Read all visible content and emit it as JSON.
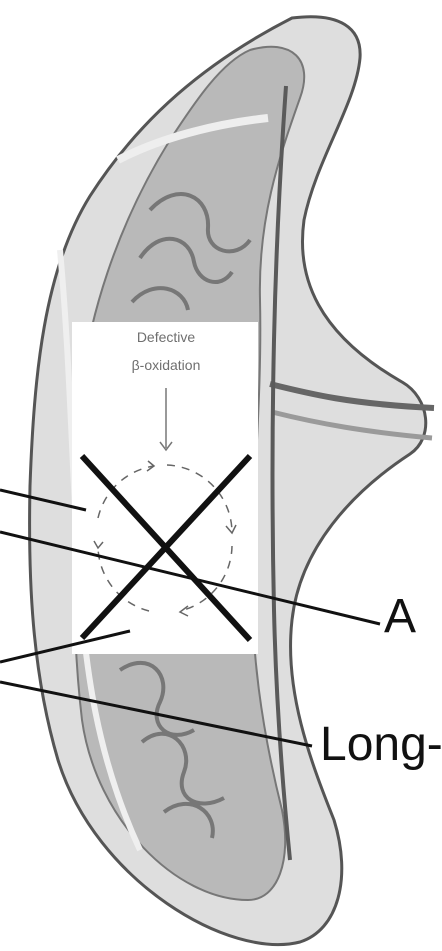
{
  "diagram": {
    "inset": {
      "line1": "Defective",
      "line2": "β-oxidation"
    },
    "labels": {
      "right_upper": "A",
      "right_lower": "Long-"
    }
  }
}
